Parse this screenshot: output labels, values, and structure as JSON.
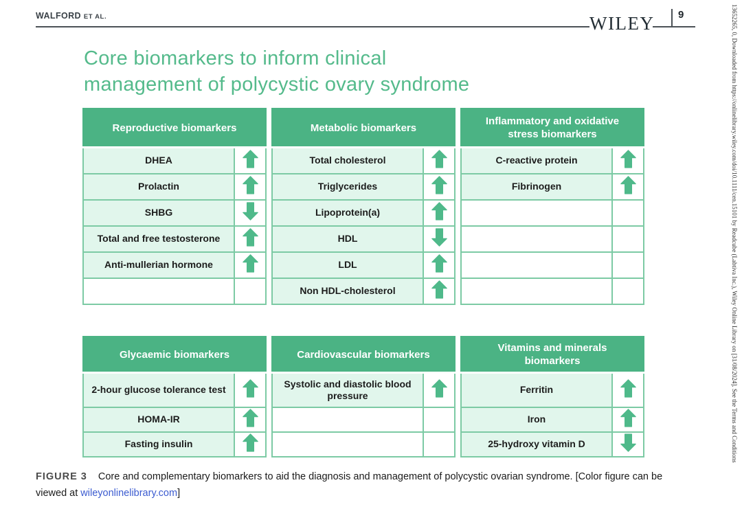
{
  "header": {
    "running_head": "WALFORD",
    "running_head_suffix": "ET AL.",
    "brand": "WILEY",
    "page_number": "9"
  },
  "title": {
    "line1": "Core biomarkers to inform clinical",
    "line2": "management of polycystic ovary syndrome"
  },
  "tables": [
    {
      "groups": [
        {
          "header": "Reproductive biomarkers",
          "rows": [
            {
              "label": "DHEA",
              "direction": "up"
            },
            {
              "label": "Prolactin",
              "direction": "up"
            },
            {
              "label": "SHBG",
              "direction": "down"
            },
            {
              "label": "Total and free testosterone",
              "direction": "up"
            },
            {
              "label": "Anti-mullerian hormone",
              "direction": "up"
            },
            {
              "label": "",
              "direction": ""
            }
          ]
        },
        {
          "header": "Metabolic biomarkers",
          "rows": [
            {
              "label": "Total cholesterol",
              "direction": "up"
            },
            {
              "label": "Triglycerides",
              "direction": "up"
            },
            {
              "label": "Lipoprotein(a)",
              "direction": "up"
            },
            {
              "label": "HDL",
              "direction": "down"
            },
            {
              "label": "LDL",
              "direction": "up"
            },
            {
              "label": "Non HDL-cholesterol",
              "direction": "up"
            }
          ]
        },
        {
          "header": "Inflammatory and oxidative stress biomarkers",
          "rows": [
            {
              "label": "C-reactive protein",
              "direction": "up"
            },
            {
              "label": "Fibrinogen",
              "direction": "up"
            },
            {
              "label": "",
              "direction": ""
            },
            {
              "label": "",
              "direction": ""
            },
            {
              "label": "",
              "direction": ""
            },
            {
              "label": "",
              "direction": ""
            }
          ]
        }
      ]
    },
    {
      "groups": [
        {
          "header": "Glycaemic biomarkers",
          "rows": [
            {
              "label": "2-hour glucose tolerance test",
              "direction": "up"
            },
            {
              "label": "HOMA-IR",
              "direction": "up"
            },
            {
              "label": "Fasting insulin",
              "direction": "up"
            }
          ]
        },
        {
          "header": "Cardiovascular biomarkers",
          "rows": [
            {
              "label": "Systolic and diastolic blood pressure",
              "direction": "up"
            },
            {
              "label": "",
              "direction": ""
            },
            {
              "label": "",
              "direction": ""
            }
          ]
        },
        {
          "header": "Vitamins and minerals biomarkers",
          "rows": [
            {
              "label": "Ferritin",
              "direction": "up"
            },
            {
              "label": "Iron",
              "direction": "up"
            },
            {
              "label": "25-hydroxy vitamin D",
              "direction": "down"
            }
          ]
        }
      ]
    }
  ],
  "caption": {
    "label": "FIGURE 3",
    "line1": "Core and complementary biomarkers to aid the diagnosis and management of polycystic ovarian syndrome. [Color figure can be",
    "line2_prefix": "viewed at ",
    "link": "wileyonlinelibrary.com",
    "line2_suffix": "]"
  },
  "sidebar_text": "13652265, 0, Downloaded from https://onlinelibrary.wiley.com/doi/10.1111/cen.15101 by Readcube (Labtiva Inc.), Wiley Online Library on [31/08/2024]. See the Terms and Conditions",
  "colors": {
    "header_green": "#4bb384",
    "cell_green": "#e1f6ec",
    "border_green": "#7ccaa4",
    "arrow_green": "#4fb98a",
    "title_green": "#54ba8b",
    "link_blue": "#3b5bd0"
  }
}
